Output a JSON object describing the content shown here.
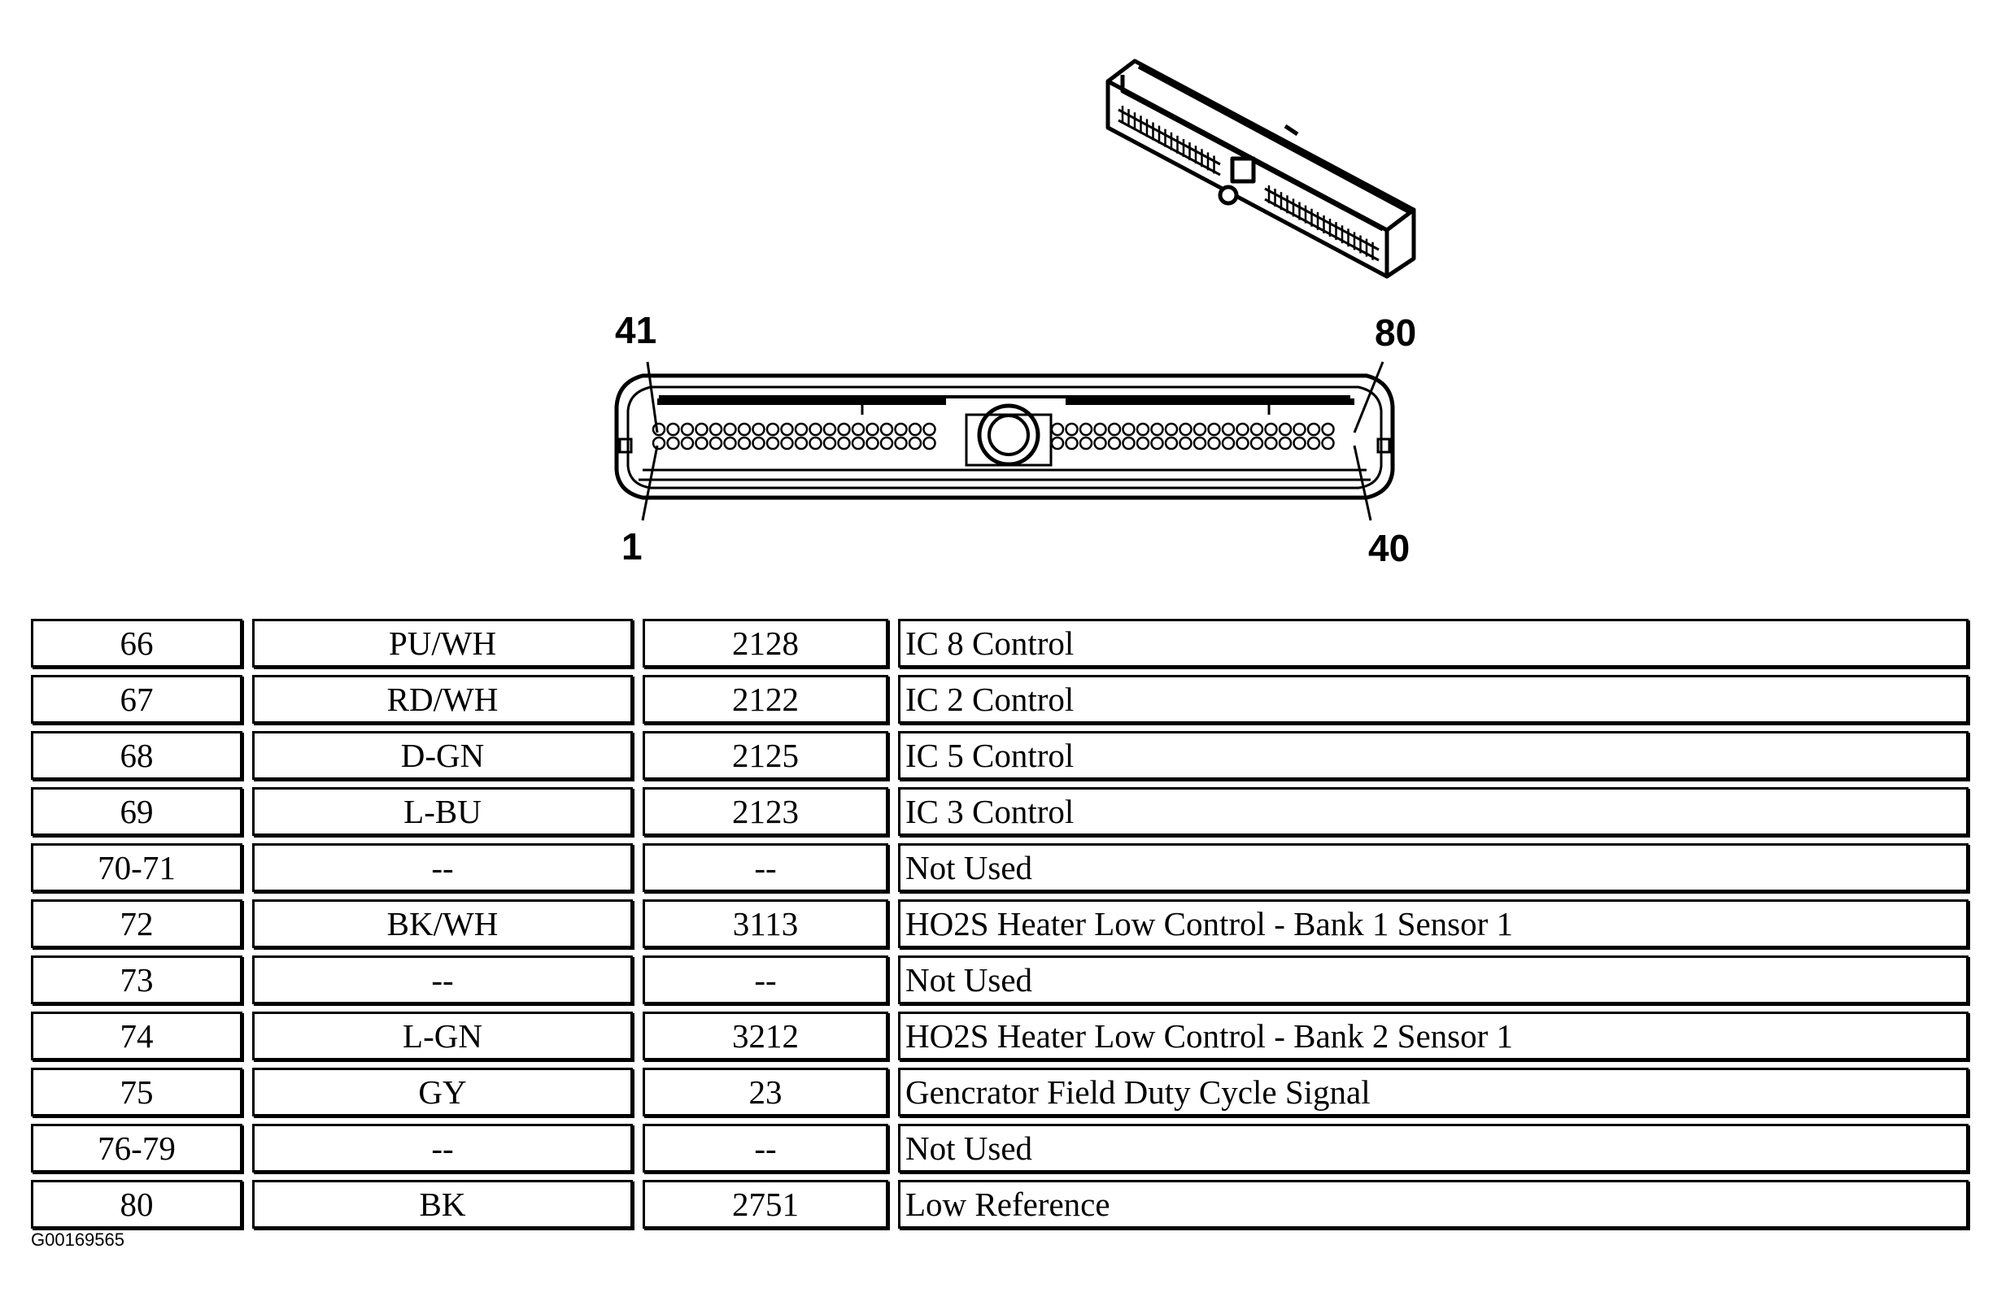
{
  "connector": {
    "pin_labels": {
      "top_left": "41",
      "top_right": "80",
      "bottom_left": "1",
      "bottom_right": "40"
    }
  },
  "table": {
    "rows": [
      {
        "pin": "66",
        "wire": "PU/WH",
        "circuit": "2128",
        "function": "IC 8 Control"
      },
      {
        "pin": "67",
        "wire": "RD/WH",
        "circuit": "2122",
        "function": "IC 2 Control"
      },
      {
        "pin": "68",
        "wire": "D-GN",
        "circuit": "2125",
        "function": "IC 5 Control"
      },
      {
        "pin": "69",
        "wire": "L-BU",
        "circuit": "2123",
        "function": "IC 3 Control"
      },
      {
        "pin": "70-71",
        "wire": "--",
        "circuit": "--",
        "function": "Not Used"
      },
      {
        "pin": "72",
        "wire": "BK/WH",
        "circuit": "3113",
        "function": "HO2S Heater Low Control - Bank 1 Sensor 1"
      },
      {
        "pin": "73",
        "wire": "--",
        "circuit": "--",
        "function": "Not Used"
      },
      {
        "pin": "74",
        "wire": "L-GN",
        "circuit": "3212",
        "function": "HO2S Heater Low Control - Bank 2 Sensor 1"
      },
      {
        "pin": "75",
        "wire": "GY",
        "circuit": "23",
        "function": "Gencrator Field Duty Cycle Signal"
      },
      {
        "pin": "76-79",
        "wire": "--",
        "circuit": "--",
        "function": "Not Used"
      },
      {
        "pin": "80",
        "wire": "BK",
        "circuit": "2751",
        "function": "Low Reference"
      }
    ]
  },
  "figure_id": "G00169565"
}
